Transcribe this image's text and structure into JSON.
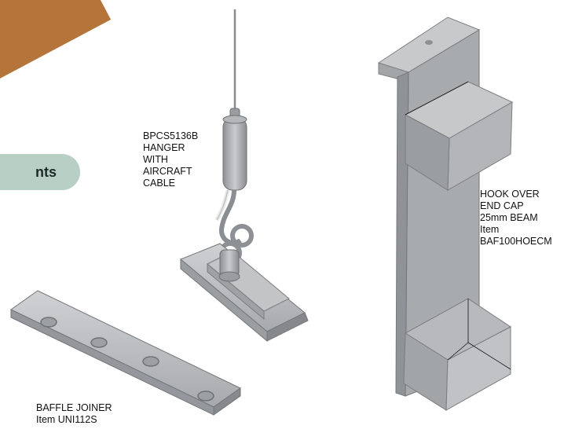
{
  "tab": {
    "label": "nts"
  },
  "callouts": {
    "hanger": [
      "BPCS5136B",
      "HANGER",
      "WITH",
      "AIRCRAFT",
      "CABLE"
    ],
    "end_cap": [
      "HOOK OVER",
      "END CAP",
      "25mm BEAM",
      "Item",
      "BAF100HOECM"
    ],
    "joiner": [
      "BAFFLE JOINER",
      "Item UNI112S"
    ]
  },
  "colors": {
    "accent": "#b5753a",
    "tab_bg": "#b7cfc4",
    "metal_light": "#c4c6c8",
    "metal_mid": "#a4a7aa",
    "metal_dark": "#7d8084"
  }
}
